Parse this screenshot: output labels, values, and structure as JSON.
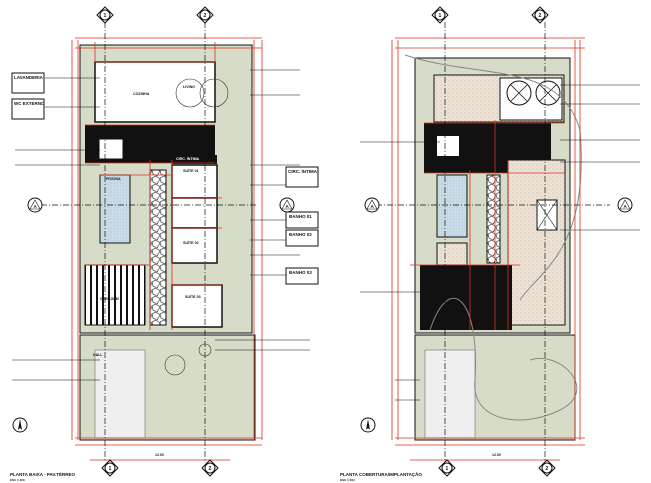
{
  "colors": {
    "dimension": "#e0301e",
    "lawn": "#d6dcc8",
    "pool": "#c9dde8",
    "deck": "#e8dcd0",
    "wall": "#111111"
  },
  "sheets": [
    {
      "title": "PLANTA BAIXA - PAV.TÉRREO",
      "scale": "ESC 1:100",
      "grid_top": [
        "1",
        "2"
      ],
      "grid_bottom": [
        "1",
        "2"
      ],
      "section_marker": "A",
      "total_dim": "12.00",
      "rooms": [
        "LAVANDERIA",
        "WC EXTERNO",
        "LIVING",
        "COZINHA",
        "SUÍTE 01",
        "SUÍTE 02",
        "SUÍTE 03",
        "PISCINA",
        "BANHO 01",
        "BANHO 02",
        "BANHO 03",
        "CIRC. ÍNTIMA",
        "GARAGEM",
        "HALL"
      ],
      "tags": [
        "LAVANDERIA",
        "WC EXTERNO",
        "CIRC. ÍNTIMA",
        "BANHO 01",
        "BANHO 02",
        "BANHO 03"
      ]
    },
    {
      "title": "PLANTA COBERTURA/IMPLANTAÇÃO",
      "scale": "ESC 1:100",
      "grid_top": [
        "1",
        "2"
      ],
      "grid_bottom": [
        "1",
        "2"
      ],
      "section_marker": "A",
      "total_dim": "12.00"
    }
  ]
}
